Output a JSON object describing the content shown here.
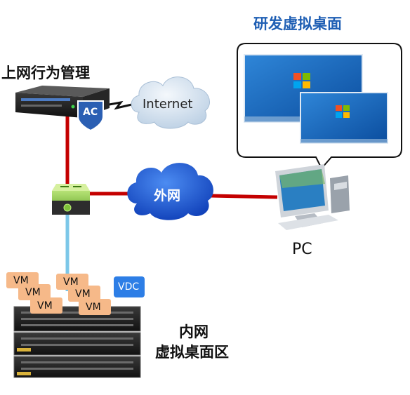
{
  "labels": {
    "behavior_mgmt": "上网行为管理",
    "internet": "Internet",
    "rd_desktop": "研发虚拟桌面",
    "wan": "外网",
    "pc": "PC",
    "intranet_line1": "内网",
    "intranet_line2": "虚拟桌面区",
    "ac_badge": "AC",
    "vdc": "VDC",
    "vm_tags": [
      "VM",
      "VM",
      "VM",
      "VM",
      "VM",
      "VM"
    ]
  },
  "colors": {
    "link_wan": "#c40000",
    "link_lan": "#7cc7e8",
    "title_blue": "#1f5fb4",
    "cloud_blue": "#1e5bd6",
    "vm_tag": "#f6b989",
    "vdc_tag": "#2d7ee6",
    "switch_green": "#7ec23a"
  },
  "icons": {
    "gateway": "ac-gateway-icon",
    "switch": "switch-icon",
    "pc": "desktop-pc-icon",
    "server": "server-rack-icon",
    "desktop_window": "windows-desktop-icon"
  }
}
